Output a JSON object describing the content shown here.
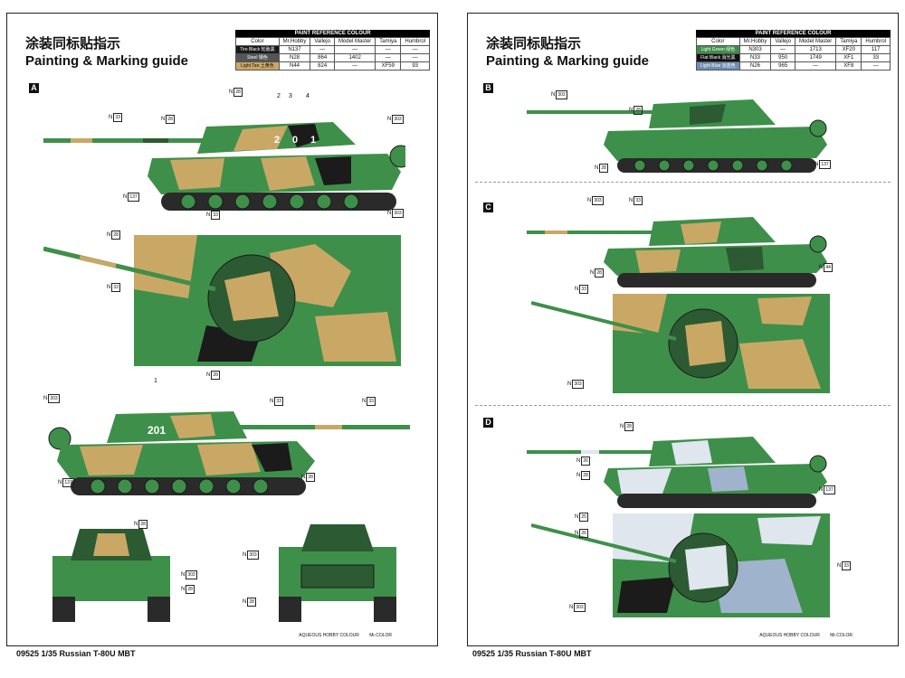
{
  "guide": {
    "title_cn": "涂装同标贴指示",
    "title_en": "Painting & Marking guide"
  },
  "left_table": {
    "caption": "PAINT REFERENCE COLOUR",
    "headers": [
      "Color",
      "Mr.Hobby",
      "Vallejo",
      "Model Master",
      "Tamiya",
      "Humbrol"
    ],
    "rows": [
      {
        "color_label": "Tire Black 轮胎黑",
        "swatch": "#1a1a1a",
        "mr_hobby": "N137",
        "vallejo": "—",
        "model_master": "—",
        "tamiya": "—",
        "humbrol": "—"
      },
      {
        "color_label": "Steel 钢色",
        "swatch": "#555555",
        "mr_hobby": "N28",
        "vallejo": "864",
        "model_master": "1402",
        "tamiya": "—",
        "humbrol": "—"
      },
      {
        "color_label": "Light Tan 土黄色",
        "swatch": "#c9a866",
        "mr_hobby": "N44",
        "vallejo": "824",
        "model_master": "—",
        "tamiya": "XF59",
        "humbrol": "93"
      }
    ]
  },
  "right_table": {
    "caption": "PAINT REFERENCE COLOUR",
    "headers": [
      "Color",
      "Mr.Hobby",
      "Vallejo",
      "Model Master",
      "Tamiya",
      "Humbrol"
    ],
    "rows": [
      {
        "color_label": "Light Green 绿色",
        "swatch": "#3e8f4a",
        "mr_hobby": "N303",
        "vallejo": "—",
        "model_master": "1713",
        "tamiya": "XF20",
        "humbrol": "117"
      },
      {
        "color_label": "Flat Black 消光黑",
        "swatch": "#111111",
        "mr_hobby": "N33",
        "vallejo": "950",
        "model_master": "1749",
        "tamiya": "XF1",
        "humbrol": "33"
      },
      {
        "color_label": "Light Blue 淡蓝色",
        "swatch": "#6e8fb3",
        "mr_hobby": "N26",
        "vallejo": "965",
        "model_master": "—",
        "tamiya": "XF8",
        "humbrol": "—"
      }
    ]
  },
  "sections": {
    "a": "A",
    "b": "B",
    "c": "C",
    "d": "D"
  },
  "part_numbers": [
    "2",
    "3",
    "4",
    "1"
  ],
  "turret_number": "201",
  "turret_digits": [
    "2",
    "0",
    "1"
  ],
  "callouts": {
    "n_prefix": "N",
    "codes": [
      "303",
      "137",
      "28",
      "33",
      "44",
      "26",
      "25"
    ]
  },
  "legend": {
    "aqueous": "AQUEOUS HOBBY COLOUR",
    "mr_color": "Mr.COLOR"
  },
  "footer": {
    "left": "09525 1/35 Russian T-80U MBT",
    "right": "09525 1/35 Russian T-80U MBT"
  },
  "colors": {
    "camo_green": "#3e8f4a",
    "camo_dark": "#2c5a32",
    "camo_tan": "#c9a866",
    "camo_black": "#1b1b1b",
    "winter_white": "#dfe6ee",
    "winter_blue": "#9fb4cc"
  }
}
